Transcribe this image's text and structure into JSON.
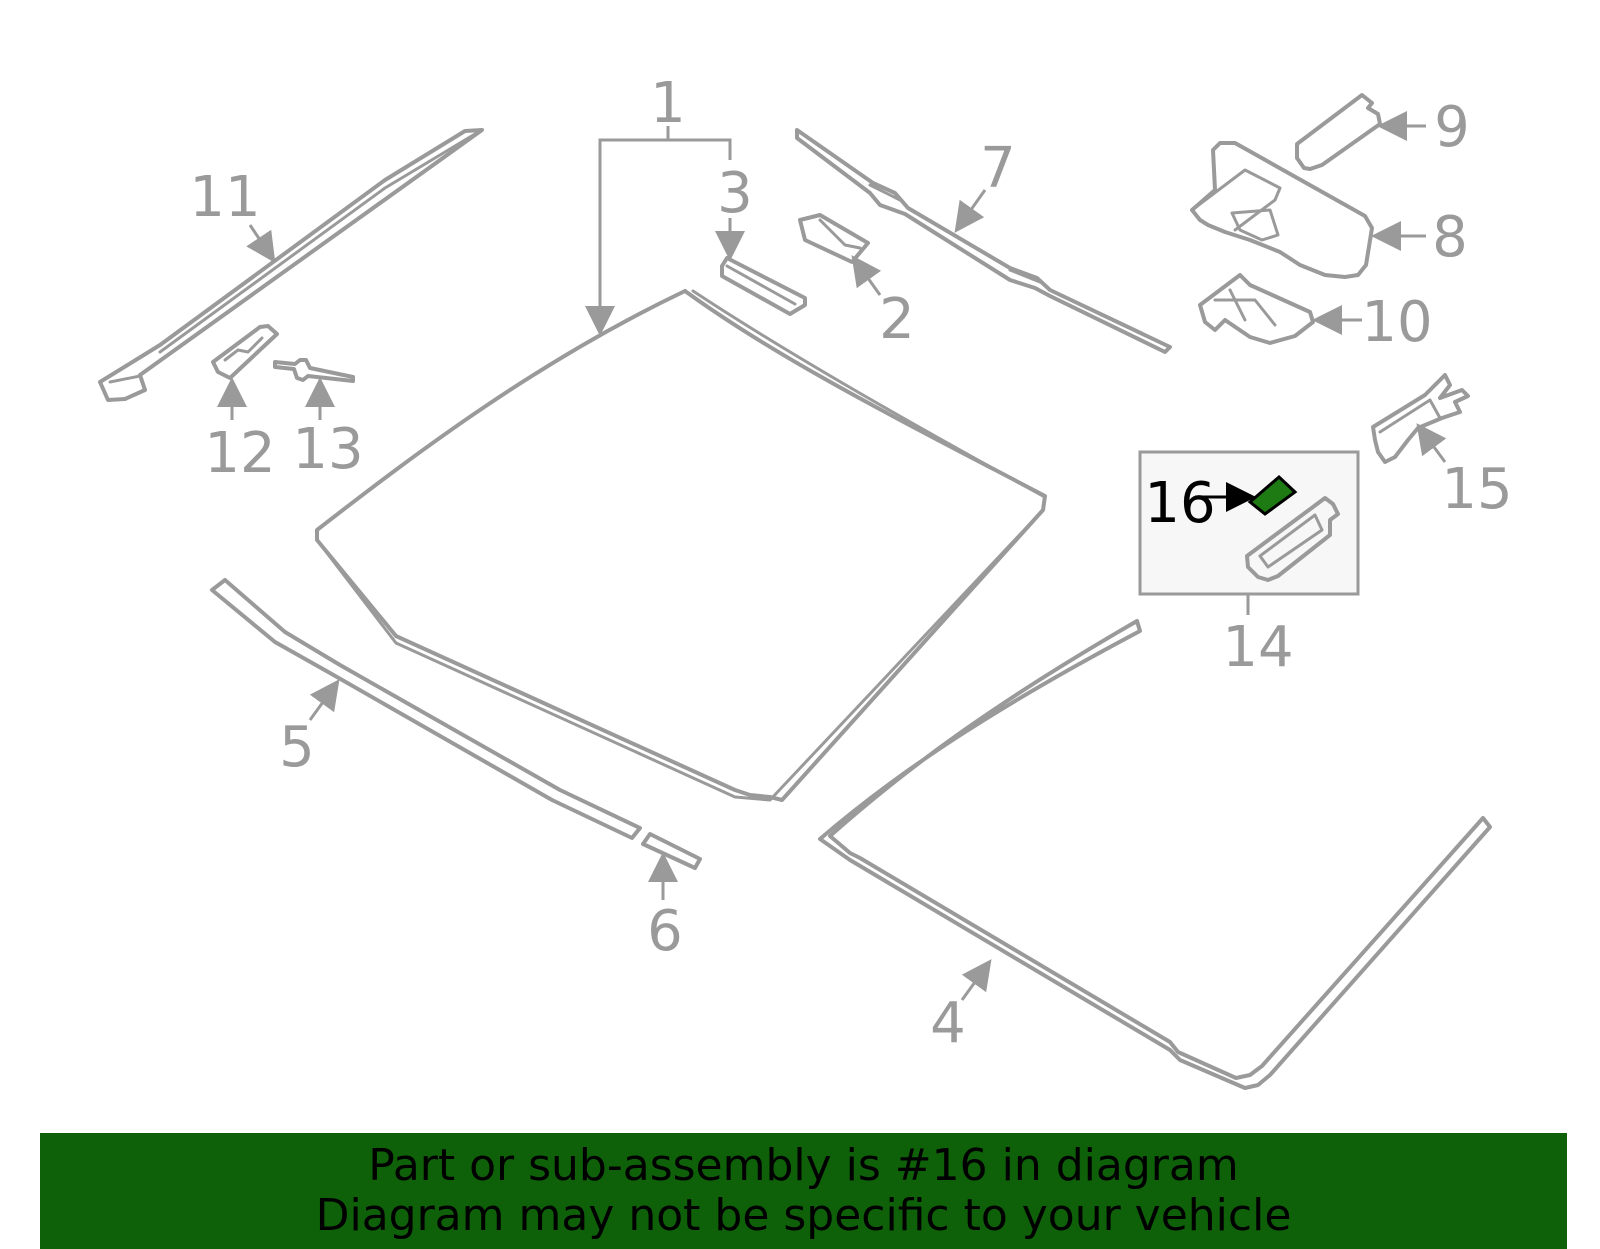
{
  "callouts": {
    "c1": "1",
    "c2": "2",
    "c3": "3",
    "c4": "4",
    "c5": "5",
    "c6": "6",
    "c7": "7",
    "c8": "8",
    "c9": "9",
    "c10": "10",
    "c11": "11",
    "c12": "12",
    "c13": "13",
    "c14": "14",
    "c15": "15",
    "c16": "16"
  },
  "highlight": {
    "part": "16",
    "color": "#1e7a12"
  },
  "banner": {
    "line1": "Part or sub-assembly is #16 in diagram",
    "line2": "Diagram may not be specific to your vehicle",
    "color": "#0e6009"
  }
}
